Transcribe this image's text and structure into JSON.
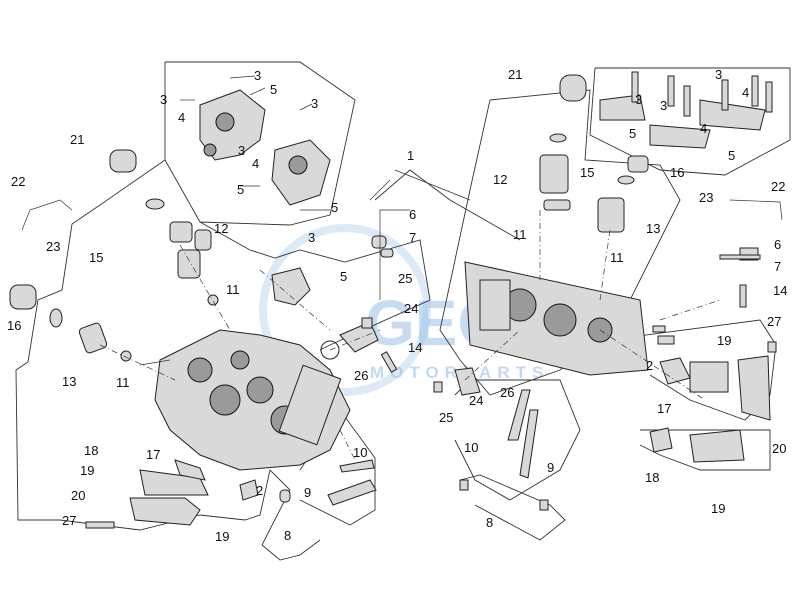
{
  "watermark": {
    "logo": "GEO",
    "sub": "MOTORPARTS",
    "color": "#9cc0e6"
  },
  "labels": [
    "3",
    "3",
    "4",
    "5",
    "3",
    "3",
    "4",
    "5",
    "5",
    "21",
    "22",
    "23",
    "16",
    "15",
    "12",
    "11",
    "13",
    "11",
    "3",
    "5",
    "6",
    "7",
    "25",
    "24",
    "14",
    "26",
    "1",
    "18",
    "17",
    "19",
    "20",
    "27",
    "19",
    "2",
    "8",
    "9",
    "10",
    "21",
    "3",
    "4",
    "3",
    "3",
    "4",
    "5",
    "5",
    "12",
    "15",
    "16",
    "13",
    "11",
    "11",
    "23",
    "22",
    "6",
    "7",
    "14",
    "27",
    "2",
    "19",
    "17",
    "20",
    "18",
    "19",
    "26",
    "24",
    "25",
    "10",
    "9",
    "8"
  ]
}
